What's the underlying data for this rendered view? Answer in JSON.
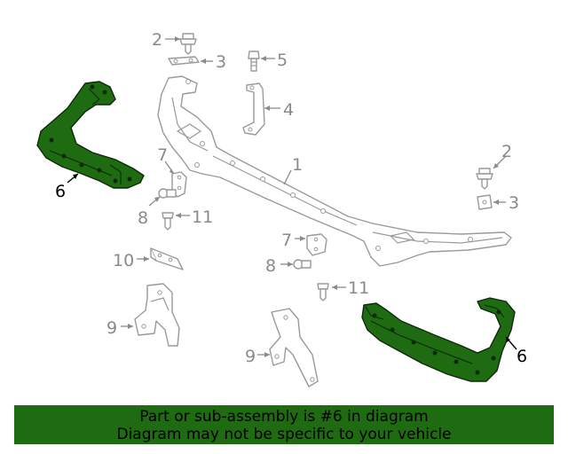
{
  "callouts": {
    "c1": "1",
    "c2a": "2",
    "c2b": "2",
    "c3a": "3",
    "c3b": "3",
    "c4": "4",
    "c5": "5",
    "c6a": "6",
    "c6b": "6",
    "c7a": "7",
    "c7b": "7",
    "c8a": "8",
    "c8b": "8",
    "c9a": "9",
    "c9b": "9",
    "c10": "10",
    "c11a": "11",
    "c11b": "11"
  },
  "banner": {
    "line1": "Part or sub-assembly is #6 in diagram",
    "line2": "Diagram may not be specific to your vehicle"
  },
  "colors": {
    "highlight": "#1f6b12",
    "outline": "#9a9a9a",
    "banner_bg": "#1f6b12"
  }
}
